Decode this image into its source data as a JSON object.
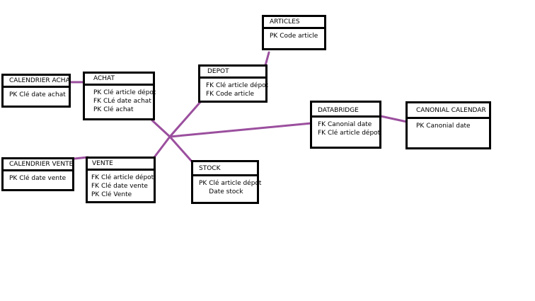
{
  "line_color": "#9b4f9e",
  "entities": {
    "articles": {
      "title": "ARTICLES",
      "attrs": [
        "PK Code article"
      ]
    },
    "calendrier_achat": {
      "title": "CALENDRIER ACHAT",
      "attrs": [
        "PK Clé date achat"
      ]
    },
    "achat": {
      "title": "ACHAT",
      "attrs": [
        "PK Clé article dépot",
        "FK CLé date achat",
        "PK Clé achat"
      ]
    },
    "depot": {
      "title": "DEPOT",
      "attrs": [
        "FK  Clé article dépot",
        "FK  Code article"
      ]
    },
    "databridge": {
      "title": "DATABRIDGE",
      "attrs": [
        "FK Canonial date",
        "FK Clé article dépot"
      ]
    },
    "canonial": {
      "title": "CANONIAL CALENDAR",
      "attrs": [
        "PK Canonial date"
      ]
    },
    "calendrier_vente": {
      "title": "CALENDRIER VENTE",
      "attrs": [
        "PK Clé date vente"
      ]
    },
    "vente": {
      "title": "VENTE",
      "attrs": [
        "FK Clé article dépot",
        "FK Clé date vente",
        "PK Clé Vente"
      ]
    },
    "stock": {
      "title": "STOCK",
      "attrs": [
        "PK Clé article dépot",
        "     Date stock"
      ]
    }
  }
}
